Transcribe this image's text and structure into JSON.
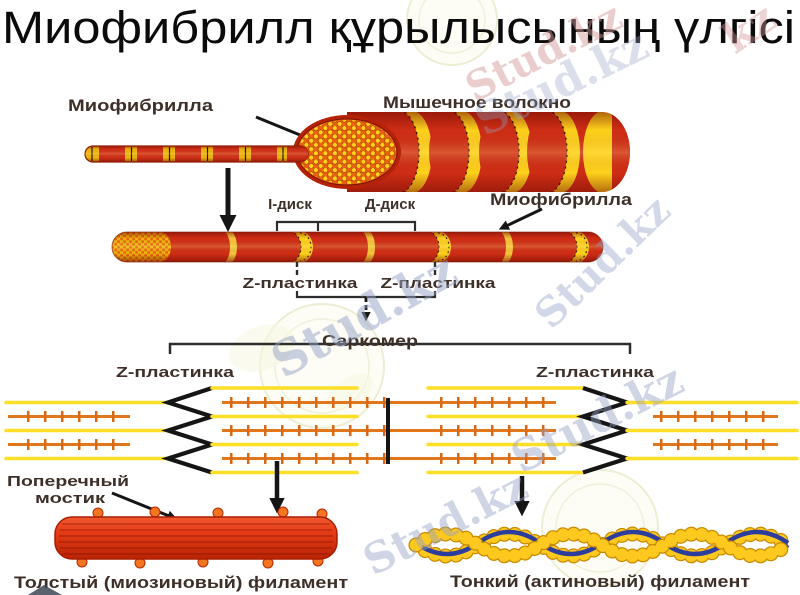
{
  "title": "Миофибрилл құрылысының үлгісі",
  "watermark": {
    "brand": "Stud.kz",
    "brand_short": "kz"
  },
  "colors": {
    "fiber_red": "#cf2d15",
    "band_yellow": "#ffd21c",
    "face_orange": "#e8630f",
    "thick_filament_orange": "#e2761b",
    "thin_filament_yellow": "#ffdf25",
    "actin_bead_yellow": "#fdc91f",
    "tropomyosin_blue": "#2c3d9d",
    "z_line_black": "#151515",
    "label_dark": "#3e3029",
    "watermark_blue": "#94a2c6",
    "watermark_pink": "#d49696"
  },
  "diagram": {
    "labels": {
      "myofibrilla_top": "Миофибрилла",
      "muscle_fiber": "Мышечное волокно",
      "myofibrilla_right": "Миофибрилла",
      "i_disk": "І-диск",
      "d_disk": "Д-диск",
      "z_plate_top_left": "Z-пластинка",
      "z_plate_top_right": "Z-пластинка",
      "sarcomere": "Саркомер",
      "z_plate_left": "Z-пластинка",
      "z_plate_right": "Z-пластинка",
      "cross_bridge_1": "Поперечный",
      "cross_bridge_2": "мостик",
      "thick_filament": "Толстый (миозиновый) филамент",
      "thin_filament": "Тонкий (актиновый) филамент"
    }
  }
}
